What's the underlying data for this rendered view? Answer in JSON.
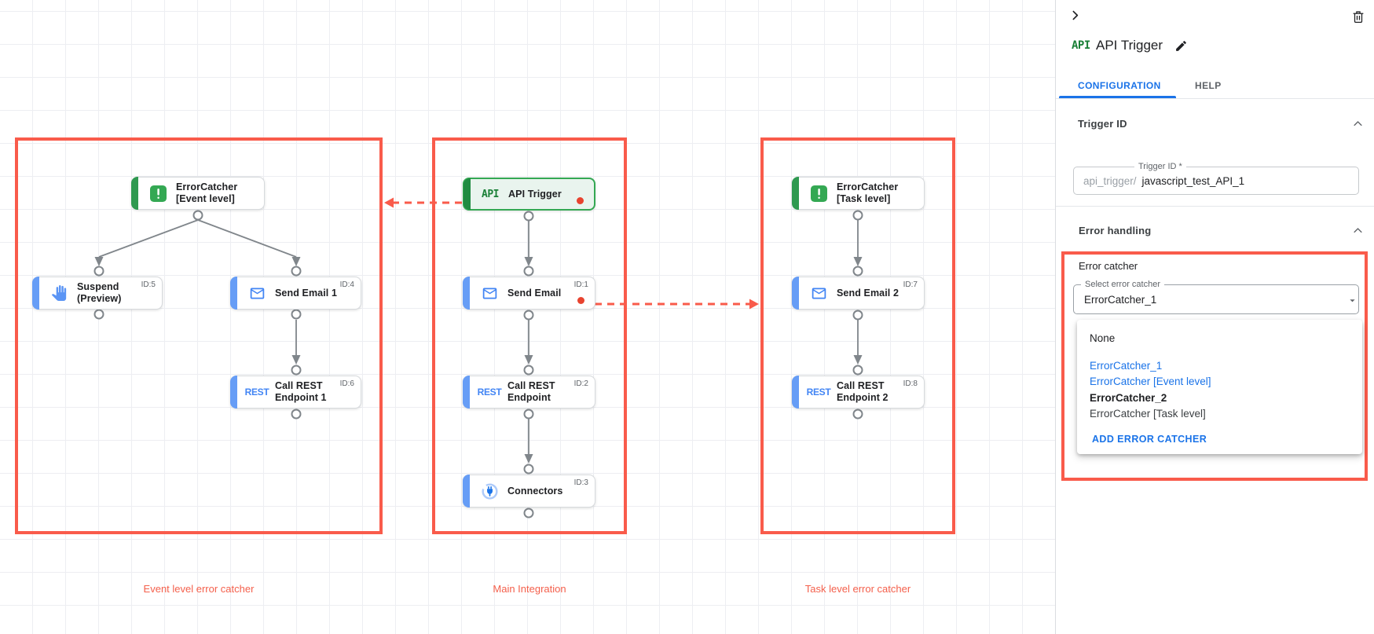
{
  "colors": {
    "accent_red": "#f95b4b",
    "error_dot_red": "#e8432f",
    "link_blue": "#1a73e8",
    "task_blue": "#4285f4",
    "trigger_green": "#34a853",
    "wire_gray": "#80868b"
  },
  "canvas": {
    "groups": [
      {
        "label": "Event level error catcher"
      },
      {
        "label": "Main Integration"
      },
      {
        "label": "Task level error catcher"
      }
    ],
    "icons": {
      "rest_text": "REST",
      "api_text": "API"
    },
    "nodes": {
      "error_catcher_event": {
        "label": "ErrorCatcher [Event level]"
      },
      "suspend": {
        "label": "Suspend (Preview)",
        "id": "ID:5"
      },
      "send_email_1": {
        "label": "Send Email 1",
        "id": "ID:4"
      },
      "call_rest_1": {
        "label": "Call REST Endpoint 1",
        "id": "ID:6"
      },
      "api_trigger": {
        "label": "API Trigger"
      },
      "send_email": {
        "label": "Send Email",
        "id": "ID:1"
      },
      "call_rest": {
        "label": "Call REST Endpoint",
        "id": "ID:2"
      },
      "connectors": {
        "label": "Connectors",
        "id": "ID:3"
      },
      "error_catcher_task": {
        "label": "ErrorCatcher [Task level]"
      },
      "send_email_2": {
        "label": "Send Email 2",
        "id": "ID:7"
      },
      "call_rest_2": {
        "label": "Call REST Endpoint 2",
        "id": "ID:8"
      }
    }
  },
  "panel": {
    "title": "API Trigger",
    "title_icon": "API",
    "tabs": [
      {
        "label": "CONFIGURATION",
        "active": true
      },
      {
        "label": "HELP",
        "active": false
      }
    ],
    "trigger_id": {
      "header": "Trigger ID",
      "field_label": "Trigger ID *",
      "prefix": "api_trigger/",
      "value": "javascript_test_API_1"
    },
    "error_handling": {
      "header": "Error handling",
      "group_label": "Error catcher",
      "select_label": "Select error catcher",
      "select_value": "ErrorCatcher_1",
      "dropdown": {
        "none": "None",
        "opt1_title": "ErrorCatcher_1",
        "opt1_sub": "ErrorCatcher [Event level]",
        "opt2_title": "ErrorCatcher_2",
        "opt2_sub": "ErrorCatcher [Task level]",
        "add_button": "ADD ERROR CATCHER"
      }
    }
  }
}
